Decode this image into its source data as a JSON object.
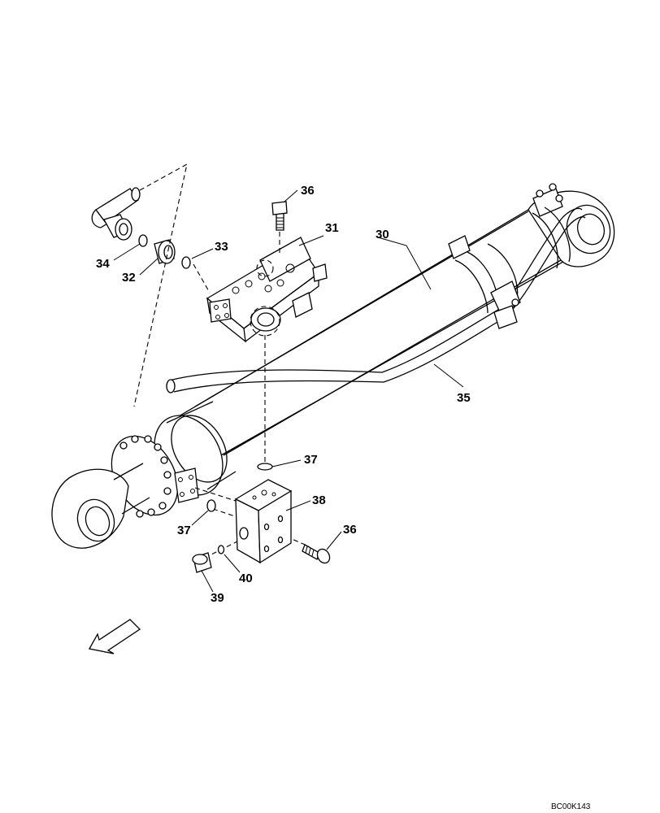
{
  "callouts": {
    "c30": "30",
    "c31": "31",
    "c32": "32",
    "c33": "33",
    "c34": "34",
    "c35": "35",
    "c36a": "36",
    "c36b": "36",
    "c37a": "37",
    "c37b": "37",
    "c38": "38",
    "c39": "39",
    "c40": "40"
  },
  "drawing_code": "BC00K143",
  "icons": {
    "direction": "direction-arrow-icon"
  }
}
